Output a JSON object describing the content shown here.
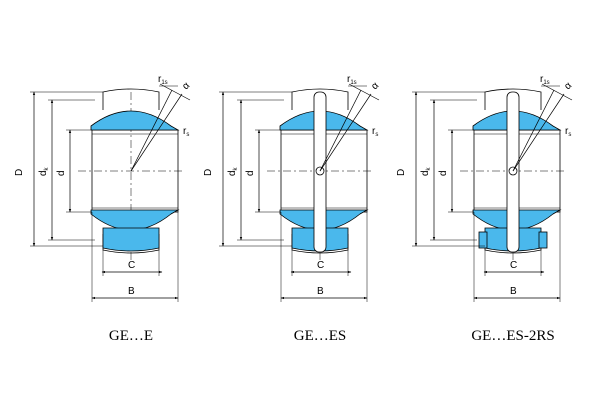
{
  "colors": {
    "ring": "#4ab8ec",
    "line": "#000000",
    "background": "#ffffff"
  },
  "diagrams": [
    {
      "id": "ge-e",
      "caption": "GE…E",
      "labels": {
        "D": "D",
        "dk_main": "d",
        "dk_sub": "k",
        "d": "d",
        "C": "C",
        "B": "B",
        "r1_main": "r",
        "r1_sub": "1s",
        "rs_main": "r",
        "rs_sub": "s",
        "alpha": "α"
      },
      "split_outer_ring": false,
      "lube_hole": false,
      "seals": false
    },
    {
      "id": "ge-es",
      "caption": "GE…ES",
      "labels": {
        "D": "D",
        "dk_main": "d",
        "dk_sub": "k",
        "d": "d",
        "C": "C",
        "B": "B",
        "r1_main": "r",
        "r1_sub": "1s",
        "rs_main": "r",
        "rs_sub": "s",
        "alpha": "α"
      },
      "split_outer_ring": true,
      "lube_hole": true,
      "seals": false
    },
    {
      "id": "ge-es-2rs",
      "caption": "GE…ES-2RS",
      "labels": {
        "D": "D",
        "dk_main": "d",
        "dk_sub": "k",
        "d": "d",
        "C": "C",
        "B": "B",
        "r1_main": "r",
        "r1_sub": "1s",
        "rs_main": "r",
        "rs_sub": "s",
        "alpha": "α"
      },
      "split_outer_ring": true,
      "lube_hole": true,
      "seals": true
    }
  ]
}
